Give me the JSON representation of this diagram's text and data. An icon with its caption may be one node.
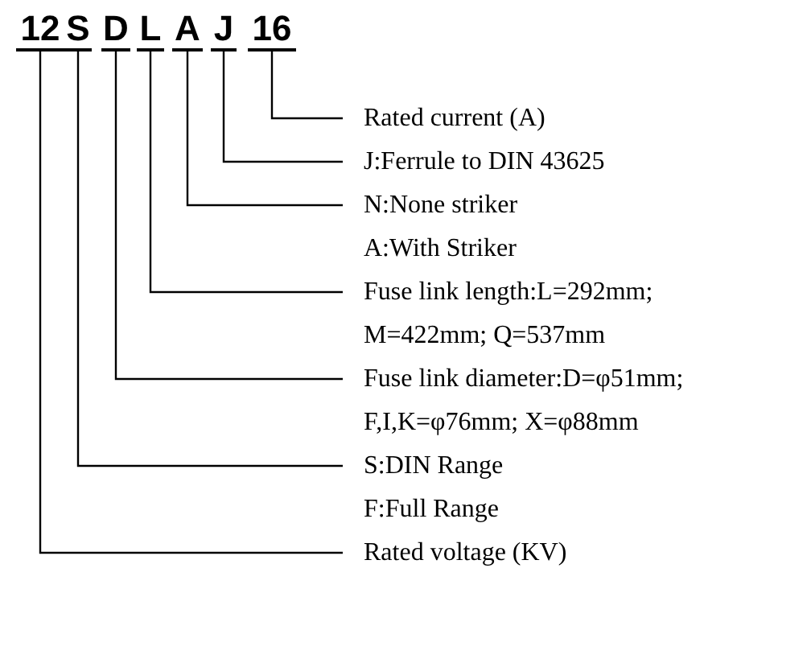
{
  "diagram": {
    "nodes": [
      {
        "text": [
          "12"
        ]
      },
      {
        "text": [
          "S"
        ]
      },
      {
        "text": [
          "D"
        ]
      },
      {
        "text": [
          "L"
        ]
      },
      {
        "text": [
          "A"
        ]
      },
      {
        "text": [
          "J"
        ]
      },
      {
        "text": [
          "16"
        ]
      },
      {
        "text": [
          "Rated current (A)"
        ]
      },
      {
        "text": [
          "J:Ferrule to DIN 43625"
        ]
      },
      {
        "text": [
          "N:None striker",
          "A:With Striker"
        ]
      },
      {
        "text": [
          "Fuse link length:L=292mm; M=422mm; Q=537mm"
        ]
      },
      {
        "text": [
          "Fuse link diameter:D=φ51mm; F,I,K=φ76mm; X=φ88mm"
        ]
      },
      {
        "text": [
          "S:DIN Range",
          "F:Full Range"
        ]
      },
      {
        "text": [
          "Rated voltage (KV)"
        ]
      }
    ],
    "edges": [
      {
        "from": 6,
        "to": 7,
        "arrow": "none"
      },
      {
        "from": 5,
        "to": 8,
        "arrow": "none"
      },
      {
        "from": 4,
        "to": 9,
        "arrow": "none"
      },
      {
        "from": 3,
        "to": 10,
        "arrow": "none"
      },
      {
        "from": 2,
        "to": 11,
        "arrow": "none"
      },
      {
        "from": 1,
        "to": 12,
        "arrow": "none"
      },
      {
        "from": 0,
        "to": 13,
        "arrow": "none"
      }
    ]
  }
}
